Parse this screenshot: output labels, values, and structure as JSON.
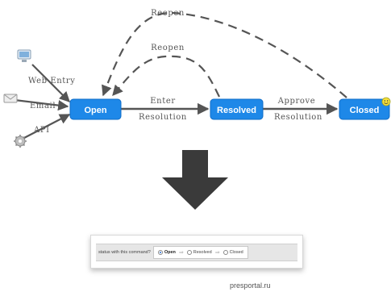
{
  "diagram": {
    "states": {
      "open": "Open",
      "resolved": "Resolved",
      "closed": "Closed"
    },
    "channels": {
      "web": "Web Entry",
      "email": "Email",
      "api": "API"
    },
    "transitions": {
      "enter_line1": "Enter",
      "enter_line2": "Resolution",
      "approve_line1": "Approve",
      "approve_line2": "Resolution",
      "reopen_outer": "Reopen",
      "reopen_inner": "Reopen"
    },
    "colors": {
      "state_fill": "#1e88e8",
      "state_border": "#0f6cc7",
      "arrow": "#555555",
      "big_arrow": "#3a3a3a"
    }
  },
  "status_strip": {
    "prompt": "status with this command?",
    "options": [
      {
        "label": "Open",
        "selected": true
      },
      {
        "label": "Resolved",
        "selected": false
      },
      {
        "label": "Closed",
        "selected": false
      }
    ],
    "separator": "⇒"
  },
  "footer": {
    "source": "presportal.ru"
  }
}
